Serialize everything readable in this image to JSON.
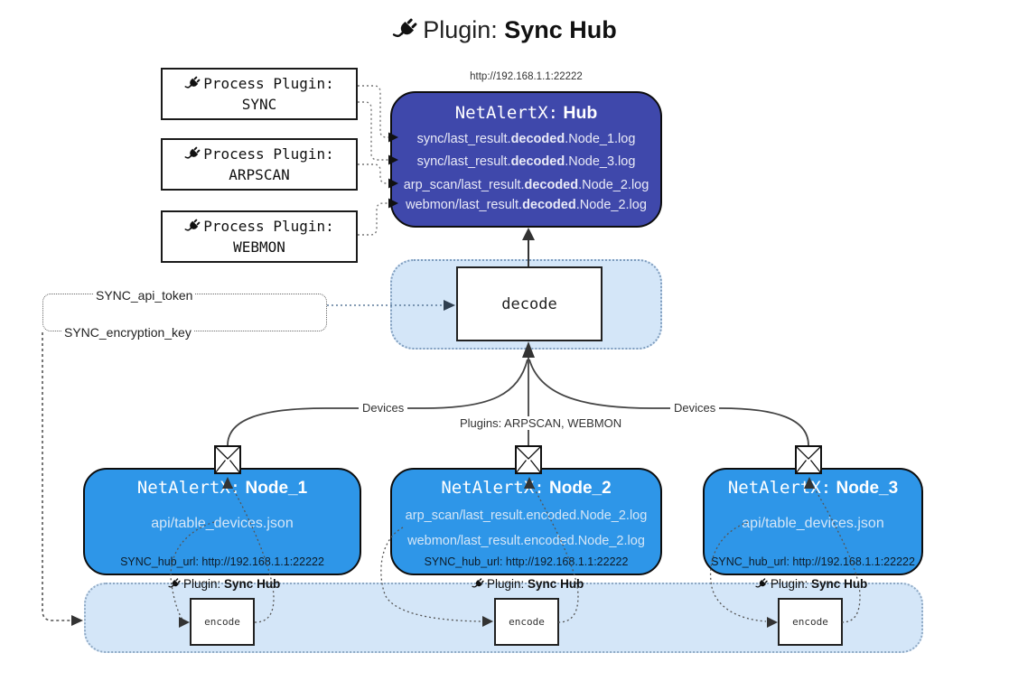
{
  "header": {
    "title_prefix": "Plugin:",
    "title_name": "Sync Hub"
  },
  "process_plugins": [
    {
      "label": "Process Plugin:",
      "name": "SYNC"
    },
    {
      "label": "Process Plugin:",
      "name": "ARPSCAN"
    },
    {
      "label": "Process Plugin:",
      "name": "WEBMON"
    }
  ],
  "hub": {
    "url": "http://192.168.1.1:22222",
    "title_prefix": "NetAlertX:",
    "title_name": "Hub",
    "log_lines": [
      {
        "pre": "sync/last_result.",
        "bold": "decoded",
        "post": ".Node_1.log"
      },
      {
        "pre": "sync/last_result.",
        "bold": "decoded",
        "post": ".Node_3.log"
      },
      {
        "pre": "arp_scan/last_result.",
        "bold": "decoded",
        "post": ".Node_2.log"
      },
      {
        "pre": "webmon/last_result.",
        "bold": "decoded",
        "post": ".Node_2.log"
      }
    ]
  },
  "decode_box": {
    "label": "decode"
  },
  "secrets": {
    "api_token": "SYNC_api_token",
    "encryption_key": "SYNC_encryption_key"
  },
  "edges": {
    "devices_left": "Devices",
    "devices_right": "Devices",
    "plugins_center": "Plugins: ARPSCAN, WEBMON"
  },
  "nodes": [
    {
      "title_prefix": "NetAlertX:",
      "title_name": "Node_1",
      "files": [
        "api/table_devices.json"
      ],
      "hub_url": "SYNC_hub_url: http://192.168.1.1:22222"
    },
    {
      "title_prefix": "NetAlertX:",
      "title_name": "Node_2",
      "files": [
        "arp_scan/last_result.encoded.Node_2.log",
        "webmon/last_result.encoded.Node_2.log"
      ],
      "hub_url": "SYNC_hub_url: http://192.168.1.1:22222"
    },
    {
      "title_prefix": "NetAlertX:",
      "title_name": "Node_3",
      "files": [
        "api/table_devices.json"
      ],
      "hub_url": "SYNC_hub_url: http://192.168.1.1:22222"
    }
  ],
  "encode_strip": {
    "plugin_label_prefix": "Plugin:",
    "plugin_label_name": "Sync Hub",
    "encode_label": "encode"
  },
  "icons": {
    "plug": "plug-icon",
    "envelope": "envelope-icon"
  },
  "colors": {
    "hub_bg": "#3f48ab",
    "node_bg": "#2e96e8",
    "panel_bg": "#d4e6f8",
    "line": "#444444"
  }
}
